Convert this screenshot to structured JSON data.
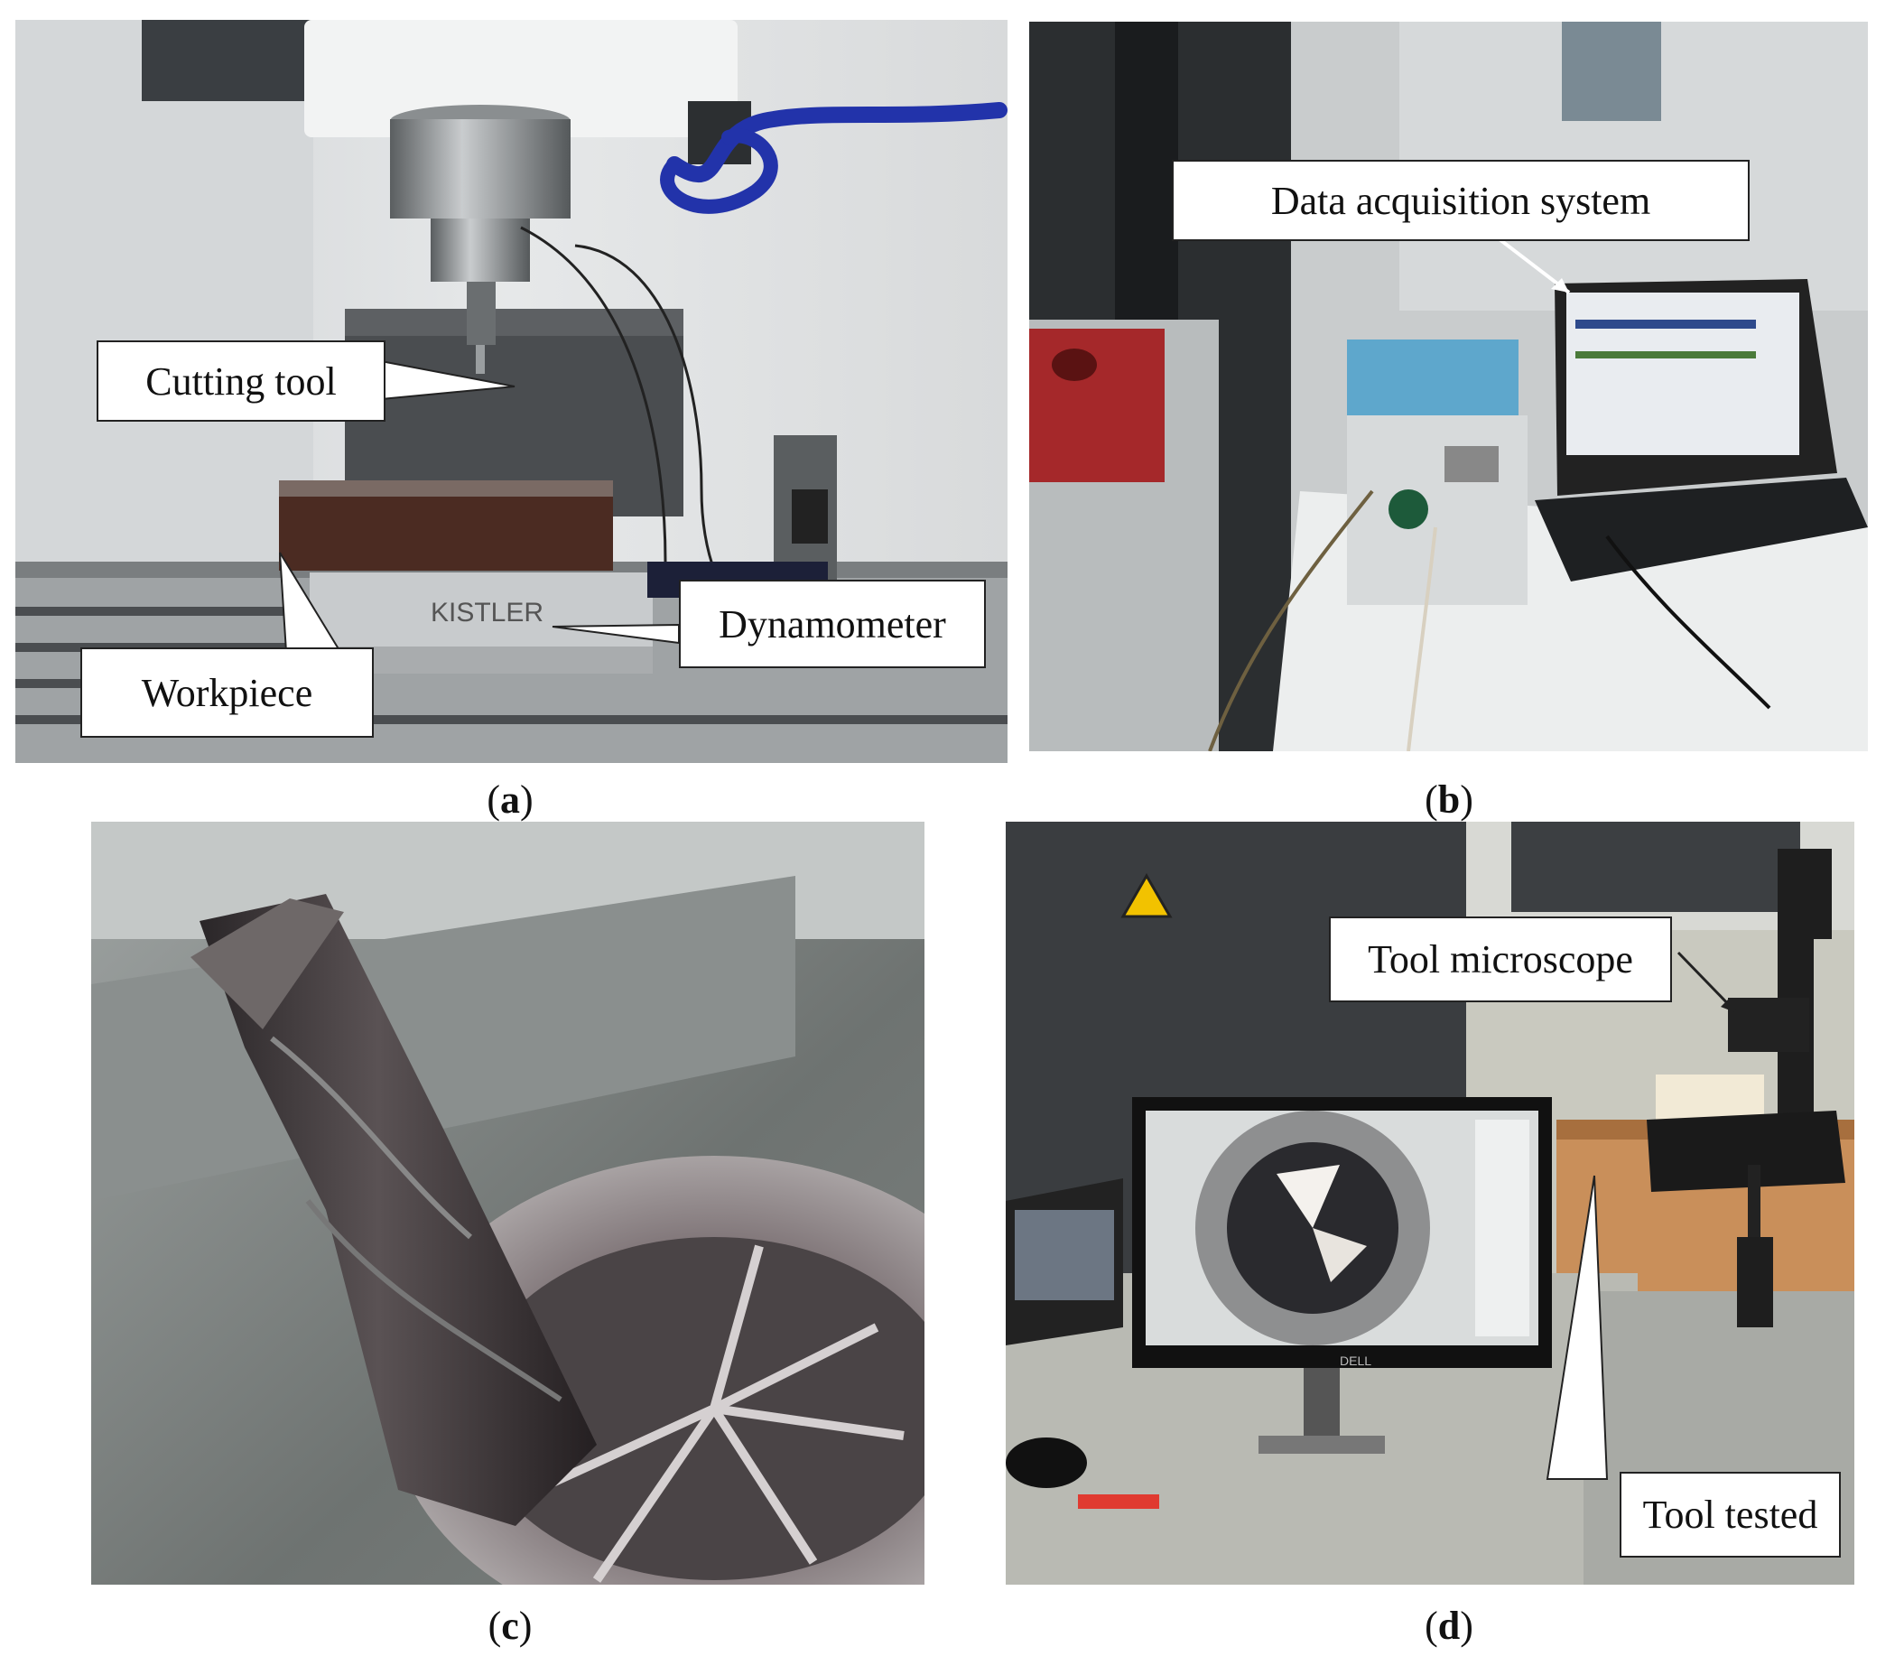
{
  "panels": {
    "a": {
      "caption_letter": "a",
      "labels": {
        "cutting_tool": "Cutting tool",
        "workpiece": "Workpiece",
        "dynamometer": "Dynamometer"
      },
      "brand_plate": "KISTLER"
    },
    "b": {
      "caption_letter": "b",
      "labels": {
        "daq": "Data acquisition system"
      }
    },
    "c": {
      "caption_letter": "c"
    },
    "d": {
      "caption_letter": "d",
      "labels": {
        "microscope": "Tool microscope",
        "tool_tested": "Tool tested"
      },
      "monitor_brand": "DELL"
    }
  },
  "colors": {
    "hose_blue": "#2233aa",
    "callout_border": "#222222",
    "warning_yellow": "#f2c200"
  }
}
